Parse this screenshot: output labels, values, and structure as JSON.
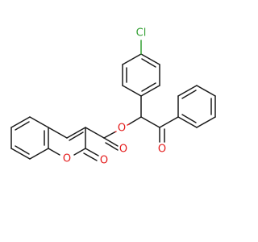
{
  "colors": {
    "carbon_bond": "#1a1a1a",
    "oxygen": "#e41a1a",
    "chlorine": "#33a033",
    "background": "#ffffff"
  },
  "atoms": {
    "chlorine": {
      "text": "Cl",
      "color": "#33a033"
    },
    "ester_oxygen": {
      "text": "O",
      "color": "#e41a1a"
    },
    "ketone_oxygen": {
      "text": "O",
      "color": "#e41a1a"
    },
    "ester_carbonyl_oxygen": {
      "text": "O",
      "color": "#e41a1a"
    },
    "ring_oxygen": {
      "text": "O",
      "color": "#e41a1a"
    },
    "lactone_carbonyl_oxygen": {
      "text": "O",
      "color": "#e41a1a"
    }
  }
}
